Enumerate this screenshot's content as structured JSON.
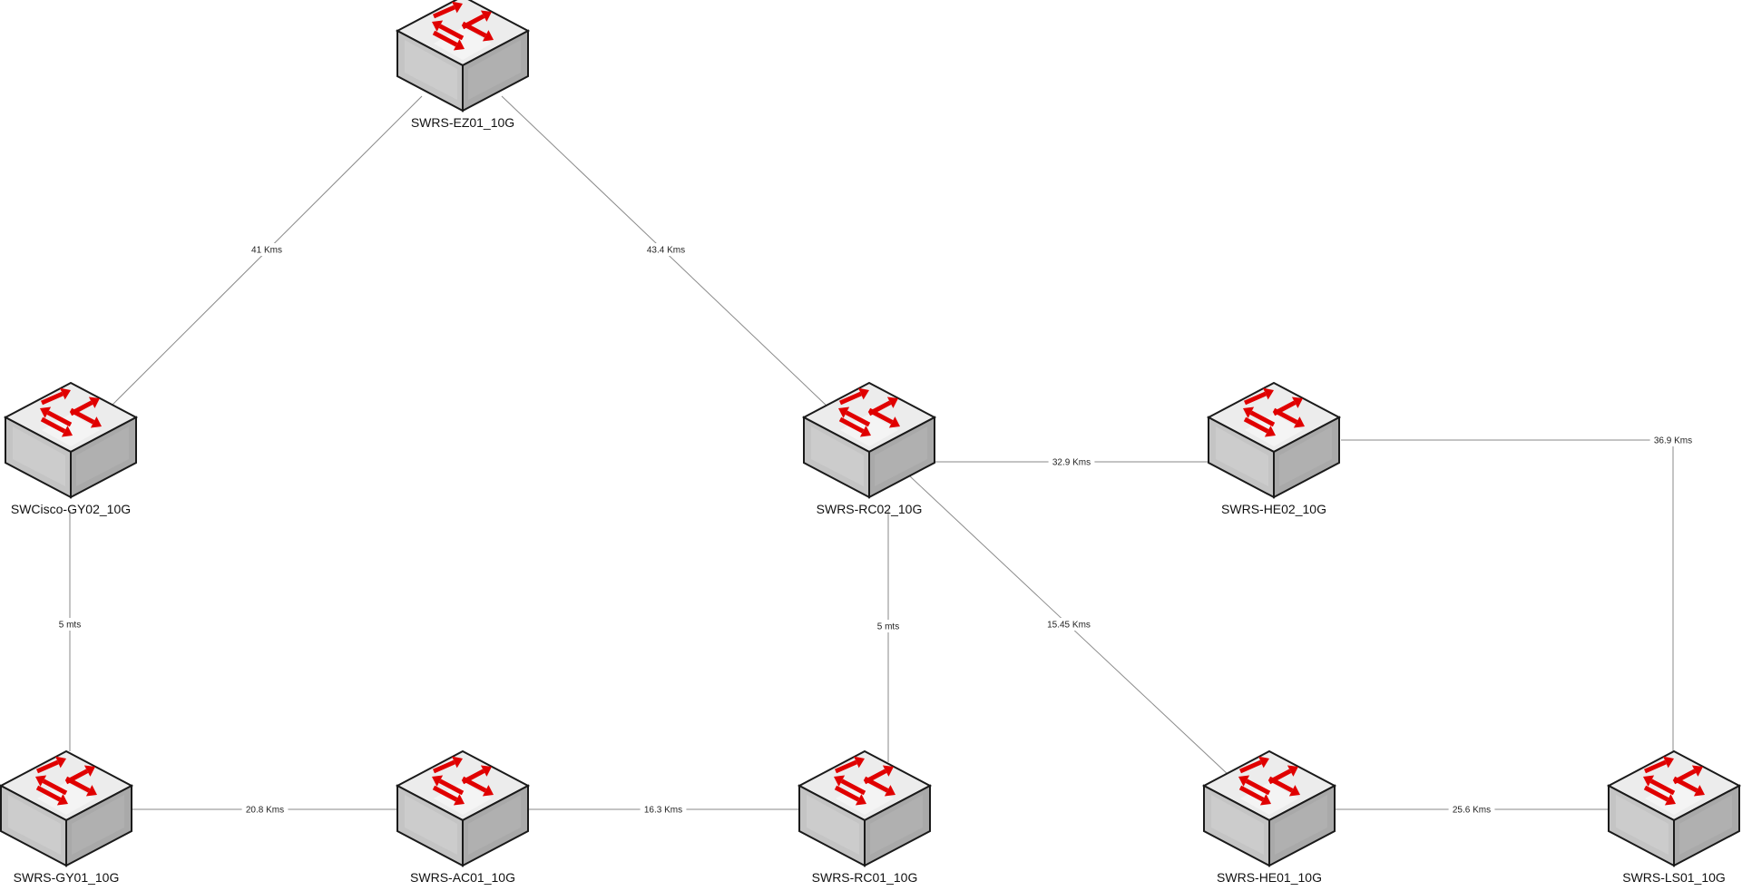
{
  "colors": {
    "arrow": "#e00000",
    "top_face": "#ececec",
    "left_face": "#c4c4c4",
    "right_face": "#a9a9a9",
    "outline": "#1a1a1a",
    "link": "#8a8a8a"
  },
  "nodes": [
    {
      "id": "ez01",
      "label": "SWRS-EZ01_10G",
      "icon": "network-switch-icon"
    },
    {
      "id": "gy02",
      "label": "SWCisco-GY02_10G",
      "icon": "network-switch-icon"
    },
    {
      "id": "rc02",
      "label": "SWRS-RC02_10G",
      "icon": "network-switch-icon"
    },
    {
      "id": "he02",
      "label": "SWRS-HE02_10G",
      "icon": "network-switch-icon"
    },
    {
      "id": "gy01",
      "label": "SWRS-GY01_10G",
      "icon": "network-switch-icon"
    },
    {
      "id": "ac01",
      "label": "SWRS-AC01_10G",
      "icon": "network-switch-icon"
    },
    {
      "id": "rc01",
      "label": "SWRS-RC01_10G",
      "icon": "network-switch-icon"
    },
    {
      "id": "he01",
      "label": "SWRS-HE01_10G",
      "icon": "network-switch-icon"
    },
    {
      "id": "ls01",
      "label": "SWRS-LS01_10G",
      "icon": "network-switch-icon"
    }
  ],
  "links": [
    {
      "from": "ez01",
      "to": "gy02",
      "label": "41 Kms"
    },
    {
      "from": "ez01",
      "to": "rc02",
      "label": "43.4 Kms"
    },
    {
      "from": "rc02",
      "to": "he02",
      "label": "32.9 Kms"
    },
    {
      "from": "he02",
      "to": "ls01",
      "label": "36.9 Kms"
    },
    {
      "from": "gy02",
      "to": "gy01",
      "label": "5 mts"
    },
    {
      "from": "rc02",
      "to": "rc01",
      "label": "5 mts"
    },
    {
      "from": "rc02",
      "to": "he01",
      "label": "15.45 Kms"
    },
    {
      "from": "gy01",
      "to": "ac01",
      "label": "20.8 Kms"
    },
    {
      "from": "ac01",
      "to": "rc01",
      "label": "16.3 Kms"
    },
    {
      "from": "he01",
      "to": "ls01",
      "label": "25.6 Kms"
    }
  ]
}
